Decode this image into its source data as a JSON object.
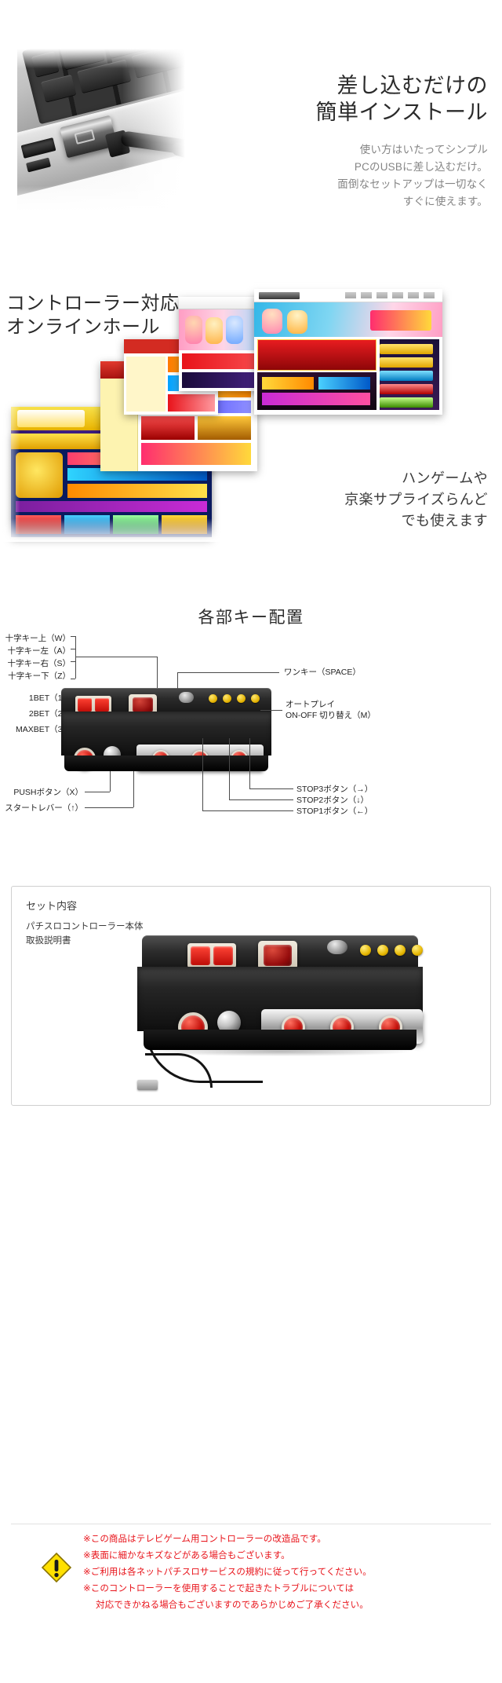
{
  "section_install": {
    "heading_line1": "差し込むだけの",
    "heading_line2": "簡単インストール",
    "body_line1": "使い方はいたってシンプル",
    "body_line2": "PCのUSBに差し込むだけ。",
    "body_line3": "面倒なセットアップは一切なく",
    "body_line4": "すぐに使えます。",
    "photo_alt": "ノートPCのUSBポートにコントローラーを差し込む写真"
  },
  "section_online": {
    "heading_line1": "コントローラー対応",
    "heading_line2": "オンラインホール",
    "note_line1": "ハンゲームや",
    "note_line2": "京楽サプライズらんど",
    "note_line3": "でも使えます",
    "collage_alt": "対応オンラインパチスロサイトのスクリーンショット集"
  },
  "section_keys": {
    "heading": "各部キー配置",
    "labels_left": [
      "十字キー上（W）",
      "十字キー左（A）",
      "十字キー右（S）",
      "十字キー下（Z）",
      "1BET（1）",
      "2BET（2）",
      "MAXBET（3）",
      "PUSHボタン（X）",
      "スタートレバー（↑）"
    ],
    "labels_right": [
      "ワンキー（SPACE）",
      "オートプレイ",
      "ON-OFF 切り替え（M）",
      "STOP3ボタン（→）",
      "STOP2ボタン（↓）",
      "STOP1ボタン（←）"
    ],
    "controller_alt": "パチスロコントローラー本体の各部キー配置図"
  },
  "section_set": {
    "heading": "セット内容",
    "items": [
      "パチスロコントローラー本体",
      "取扱説明書"
    ],
    "product_alt": "USBケーブル付きパチスロコントローラー本体の写真"
  },
  "section_caution": {
    "icon": "warning-triangle-icon",
    "lines": [
      "※この商品はテレビゲーム用コントローラーの改造品です。",
      "※表面に細かなキズなどがある場合もございます。",
      "※ご利用は各ネットパチスロサービスの規約に従って行ってください。",
      "※このコントローラーを使用することで起きたトラブルについては"
    ],
    "line_indent": "対応できかねる場合もございますのであらかじめご了承ください。"
  },
  "colors": {
    "heading": "#2b2b2b",
    "body_gray": "#858585",
    "caution_red": "#e8131a",
    "warning_yellow": "#ffe000",
    "button_red": "#c8120c",
    "box_border": "#cfcfcf"
  }
}
